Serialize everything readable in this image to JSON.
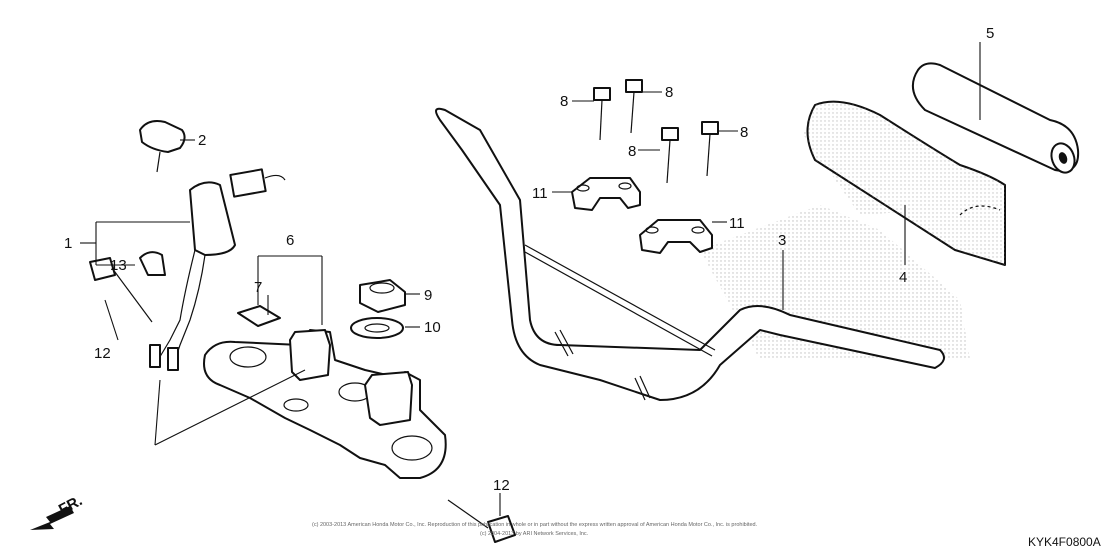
{
  "diagram": {
    "callouts": [
      "1",
      "2",
      "3",
      "4",
      "5",
      "6",
      "7",
      "8",
      "9",
      "10",
      "11",
      "12",
      "13"
    ],
    "front_label": "FR.",
    "copyright_line1": "(c) 2003-2013 American Honda Motor Co., Inc. Reproduction of this publication in whole or in part without the express written approval of American Honda Motor Co., Inc. is prohibited.",
    "copyright_line2": "(c) 2004-2013 by ARI Network Services, Inc.",
    "diagram_code": "KYK4F0800A"
  }
}
